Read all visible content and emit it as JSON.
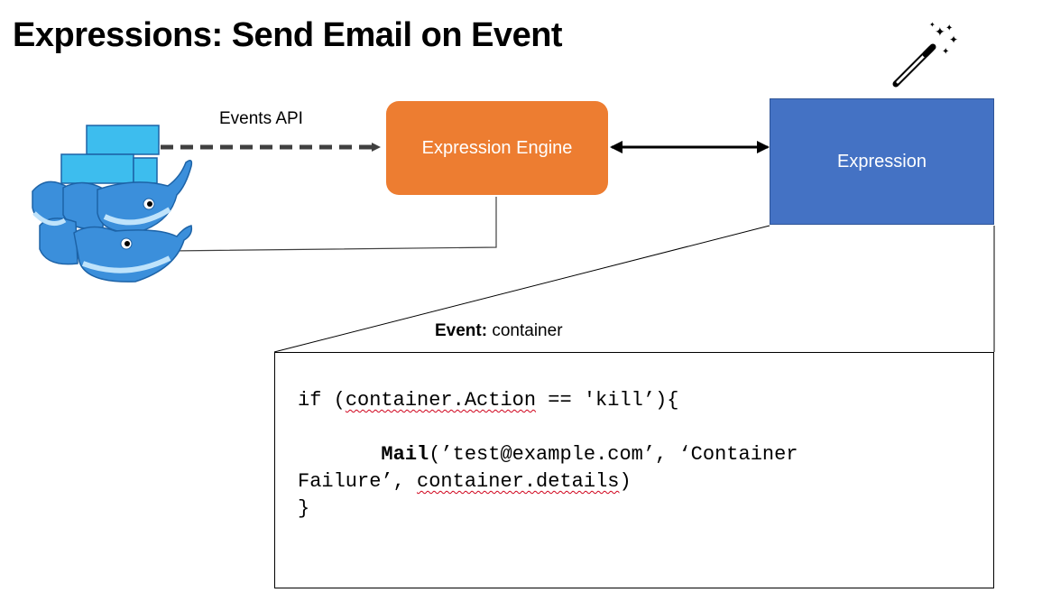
{
  "title": "Expressions: Send Email on Event",
  "colors": {
    "engine": "#ED7D31",
    "expression": "#4472C4",
    "docker_blue": "#3B8FDB",
    "container_cyan": "#3DBDEE"
  },
  "icons": [
    "docker-whales-icon",
    "magic-wand-icon"
  ],
  "diagram": {
    "events_api_label": "Events API",
    "engine_label": "Expression Engine",
    "expression_label": "Expression",
    "event_caption": {
      "bold": "Event:",
      "rest": " container"
    }
  },
  "code": {
    "l1_if": "if (",
    "l1_ref": "container.Action",
    "l1_rest": " == 'kill’){",
    "l2_indent": "       ",
    "l2_func": "Mail",
    "l2_rest": "(’test@example.com’, ‘Container",
    "l3_start": "Failure’, ",
    "l3_ref": "container.details",
    "l3_end": ")",
    "l4": "}"
  }
}
